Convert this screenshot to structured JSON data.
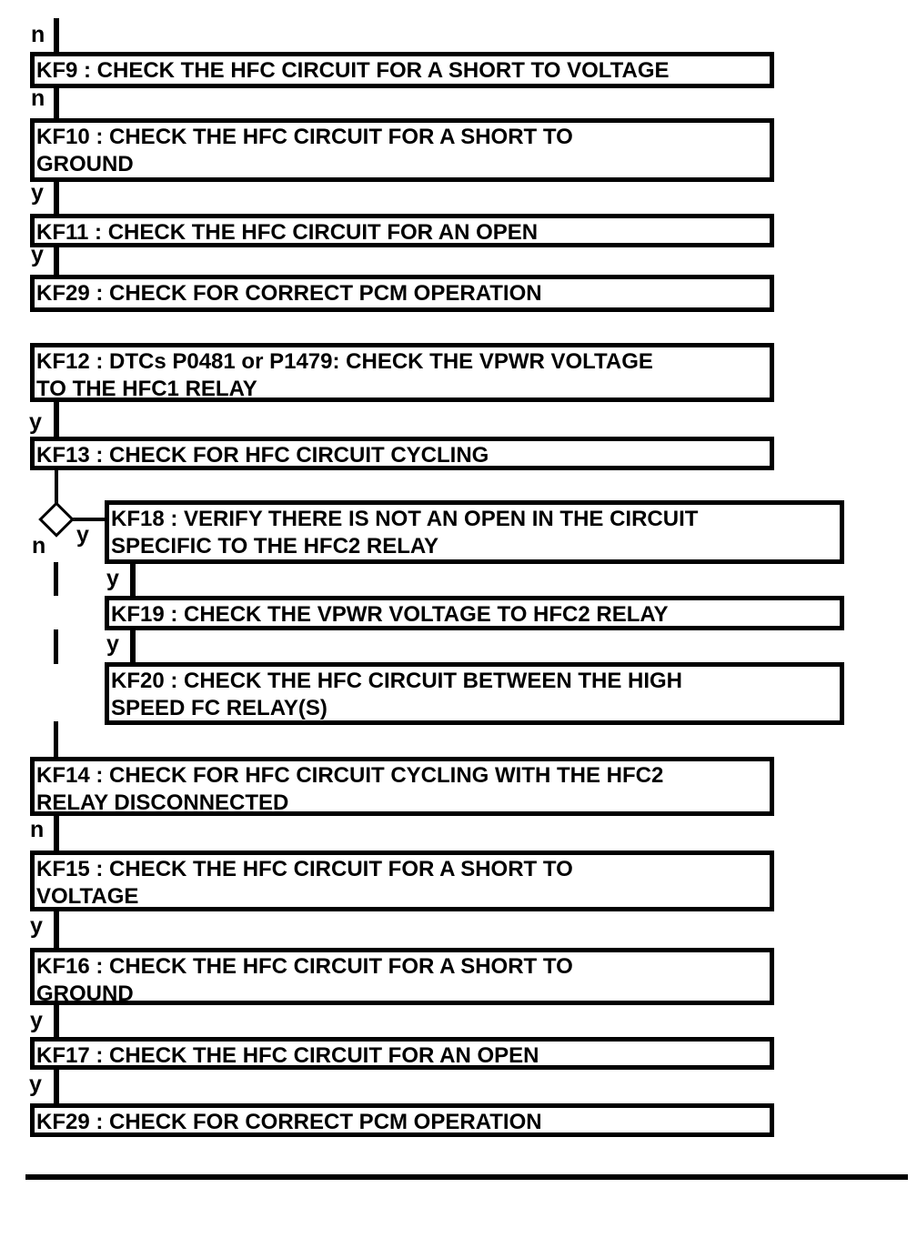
{
  "diagram": {
    "type": "flowchart",
    "colors": {
      "ink": "#000000",
      "paper": "#ffffff"
    },
    "nodes": {
      "kf9": {
        "id": "KF9",
        "lines": [
          "KF9 : CHECK THE HFC CIRCUIT FOR A SHORT TO VOLTAGE"
        ]
      },
      "kf10": {
        "id": "KF10",
        "lines": [
          "KF10 : CHECK THE HFC CIRCUIT FOR A SHORT TO",
          "GROUND"
        ]
      },
      "kf11": {
        "id": "KF11",
        "lines": [
          "KF11 : CHECK THE HFC CIRCUIT FOR AN OPEN"
        ]
      },
      "kf29a": {
        "id": "KF29",
        "lines": [
          "KF29 : CHECK FOR CORRECT PCM OPERATION"
        ]
      },
      "kf12": {
        "id": "KF12",
        "lines": [
          "KF12 : DTCs P0481 or P1479: CHECK THE VPWR VOLTAGE",
          "TO THE HFC1 RELAY"
        ]
      },
      "kf13": {
        "id": "KF13",
        "lines": [
          "KF13 : CHECK FOR HFC CIRCUIT CYCLING"
        ]
      },
      "kf18": {
        "id": "KF18",
        "lines": [
          "KF18 : VERIFY THERE IS NOT AN OPEN IN THE CIRCUIT",
          "SPECIFIC TO THE HFC2 RELAY"
        ]
      },
      "kf19": {
        "id": "KF19",
        "lines": [
          "KF19 : CHECK THE VPWR VOLTAGE TO HFC2 RELAY"
        ]
      },
      "kf20": {
        "id": "KF20",
        "lines": [
          "KF20 : CHECK THE HFC CIRCUIT BETWEEN THE HIGH",
          "SPEED FC RELAY(S)"
        ]
      },
      "kf14": {
        "id": "KF14",
        "lines": [
          "KF14 : CHECK FOR HFC CIRCUIT CYCLING WITH THE HFC2",
          "RELAY DISCONNECTED"
        ]
      },
      "kf15": {
        "id": "KF15",
        "lines": [
          "KF15 : CHECK THE HFC CIRCUIT FOR A SHORT TO",
          "VOLTAGE"
        ]
      },
      "kf16": {
        "id": "KF16",
        "lines": [
          "KF16 : CHECK THE HFC CIRCUIT FOR A SHORT TO",
          "GROUND"
        ]
      },
      "kf17": {
        "id": "KF17",
        "lines": [
          "KF17 : CHECK THE HFC CIRCUIT FOR AN OPEN"
        ]
      },
      "kf29b": {
        "id": "KF29",
        "lines": [
          "KF29 : CHECK FOR CORRECT PCM OPERATION"
        ]
      }
    },
    "branch_labels": {
      "above_kf9": "n",
      "above_kf10": "n",
      "above_kf11": "y",
      "above_kf29a": "y",
      "above_kf13": "y",
      "diamond_yes": "y",
      "diamond_no": "n",
      "above_kf19": "y",
      "above_kf20": "y",
      "above_kf15": "n",
      "above_kf16": "y",
      "above_kf17": "y",
      "above_kf29b": "y"
    }
  }
}
